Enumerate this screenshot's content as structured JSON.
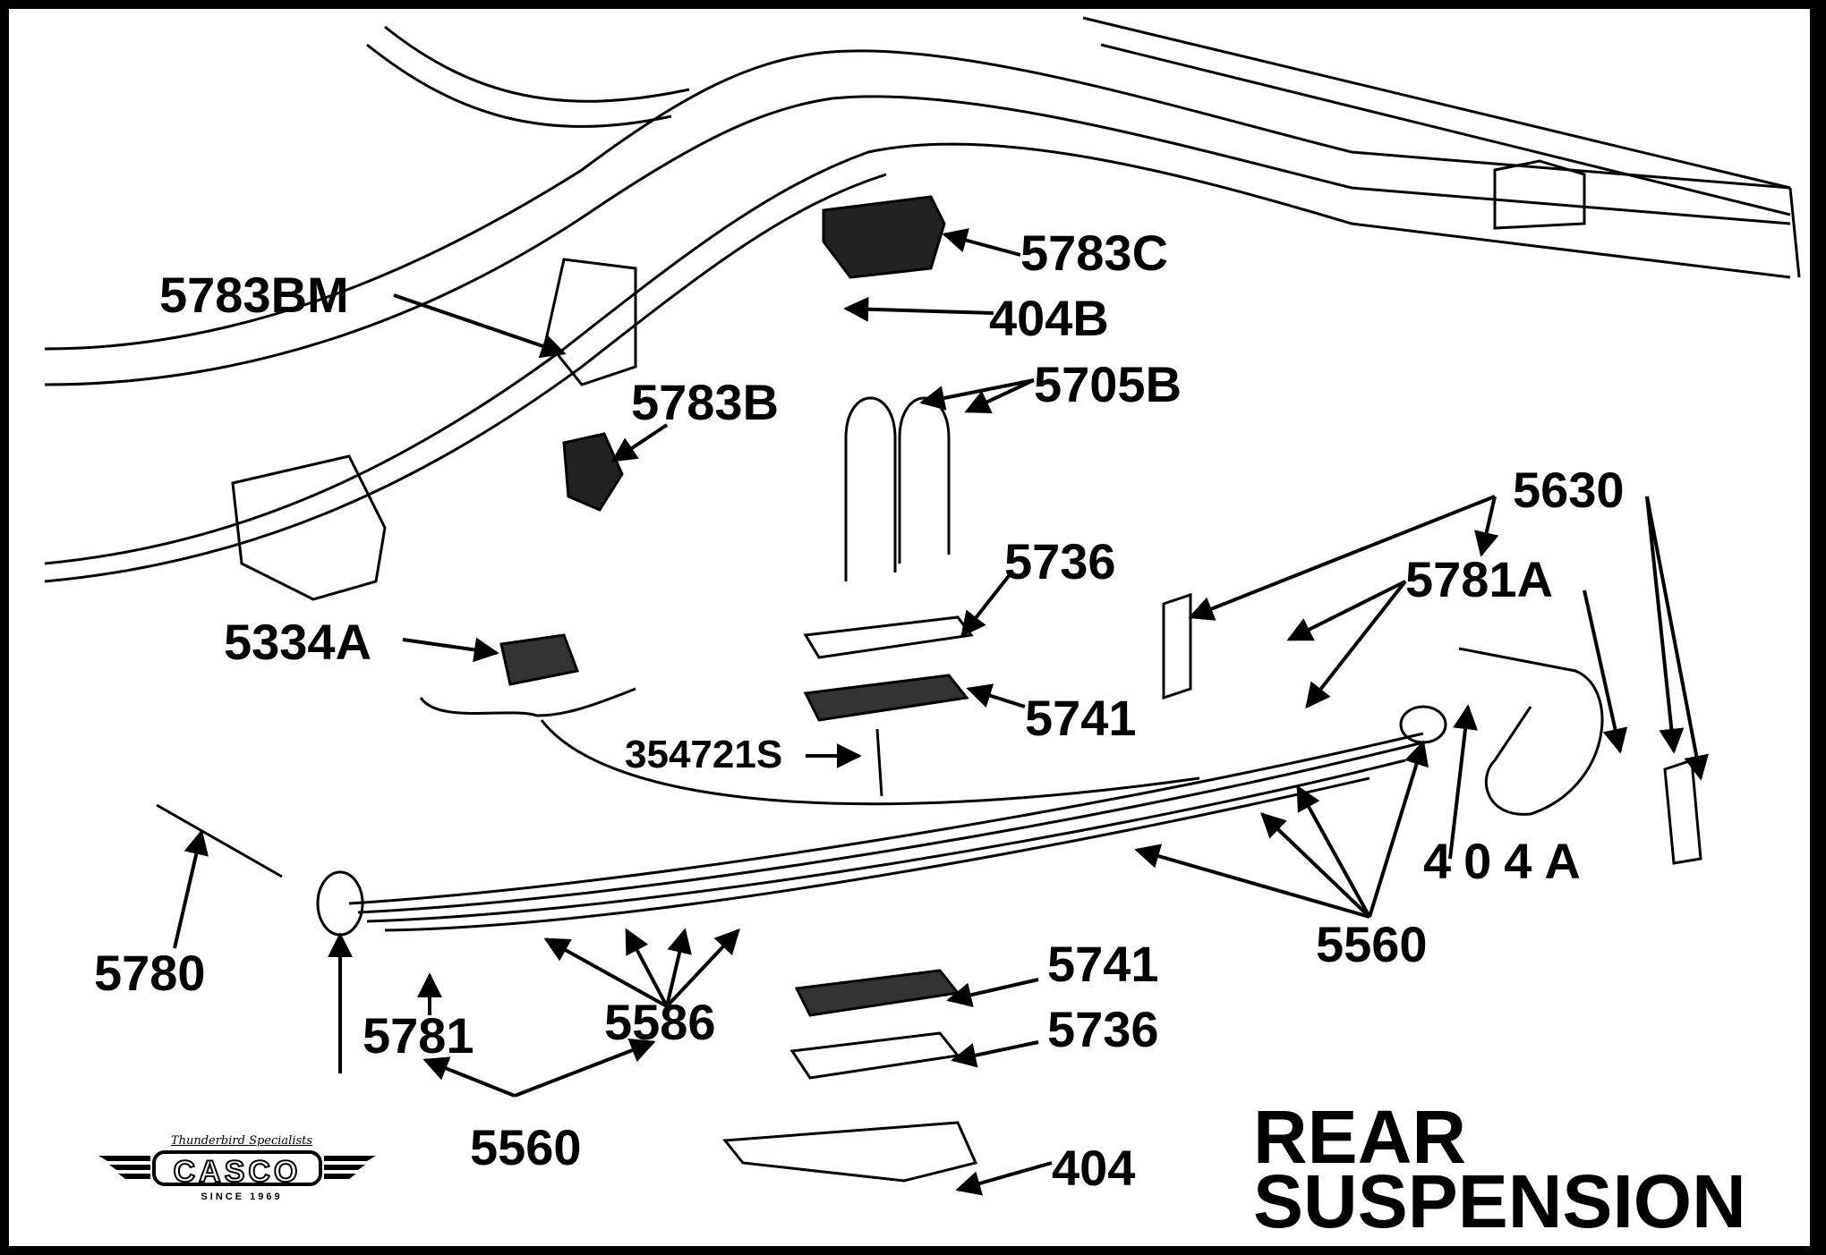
{
  "title": {
    "line1": "REAR",
    "line2": "SUSPENSION"
  },
  "logo": {
    "tagline": "Thunderbird Specialists",
    "brand": "CASCO",
    "since": "SINCE 1969"
  },
  "parts": {
    "p5783BM": "5783BM",
    "p5783C": "5783C",
    "p404B": "404B",
    "p5705B": "5705B",
    "p5783B": "5783B",
    "p5630": "5630",
    "p5736_top": "5736",
    "p5781A": "5781A",
    "p5334A": "5334A",
    "p5741_top": "5741",
    "p354721S": "354721S",
    "p404A": "404A",
    "p5780": "5780",
    "p5560_right": "5560",
    "p5741_bottom": "5741",
    "p5781": "5781",
    "p5586": "5586",
    "p5736_bottom": "5736",
    "p5560_bottom": "5560",
    "p404": "404"
  },
  "colors": {
    "ink": "#000000",
    "paper": "#ffffff"
  }
}
